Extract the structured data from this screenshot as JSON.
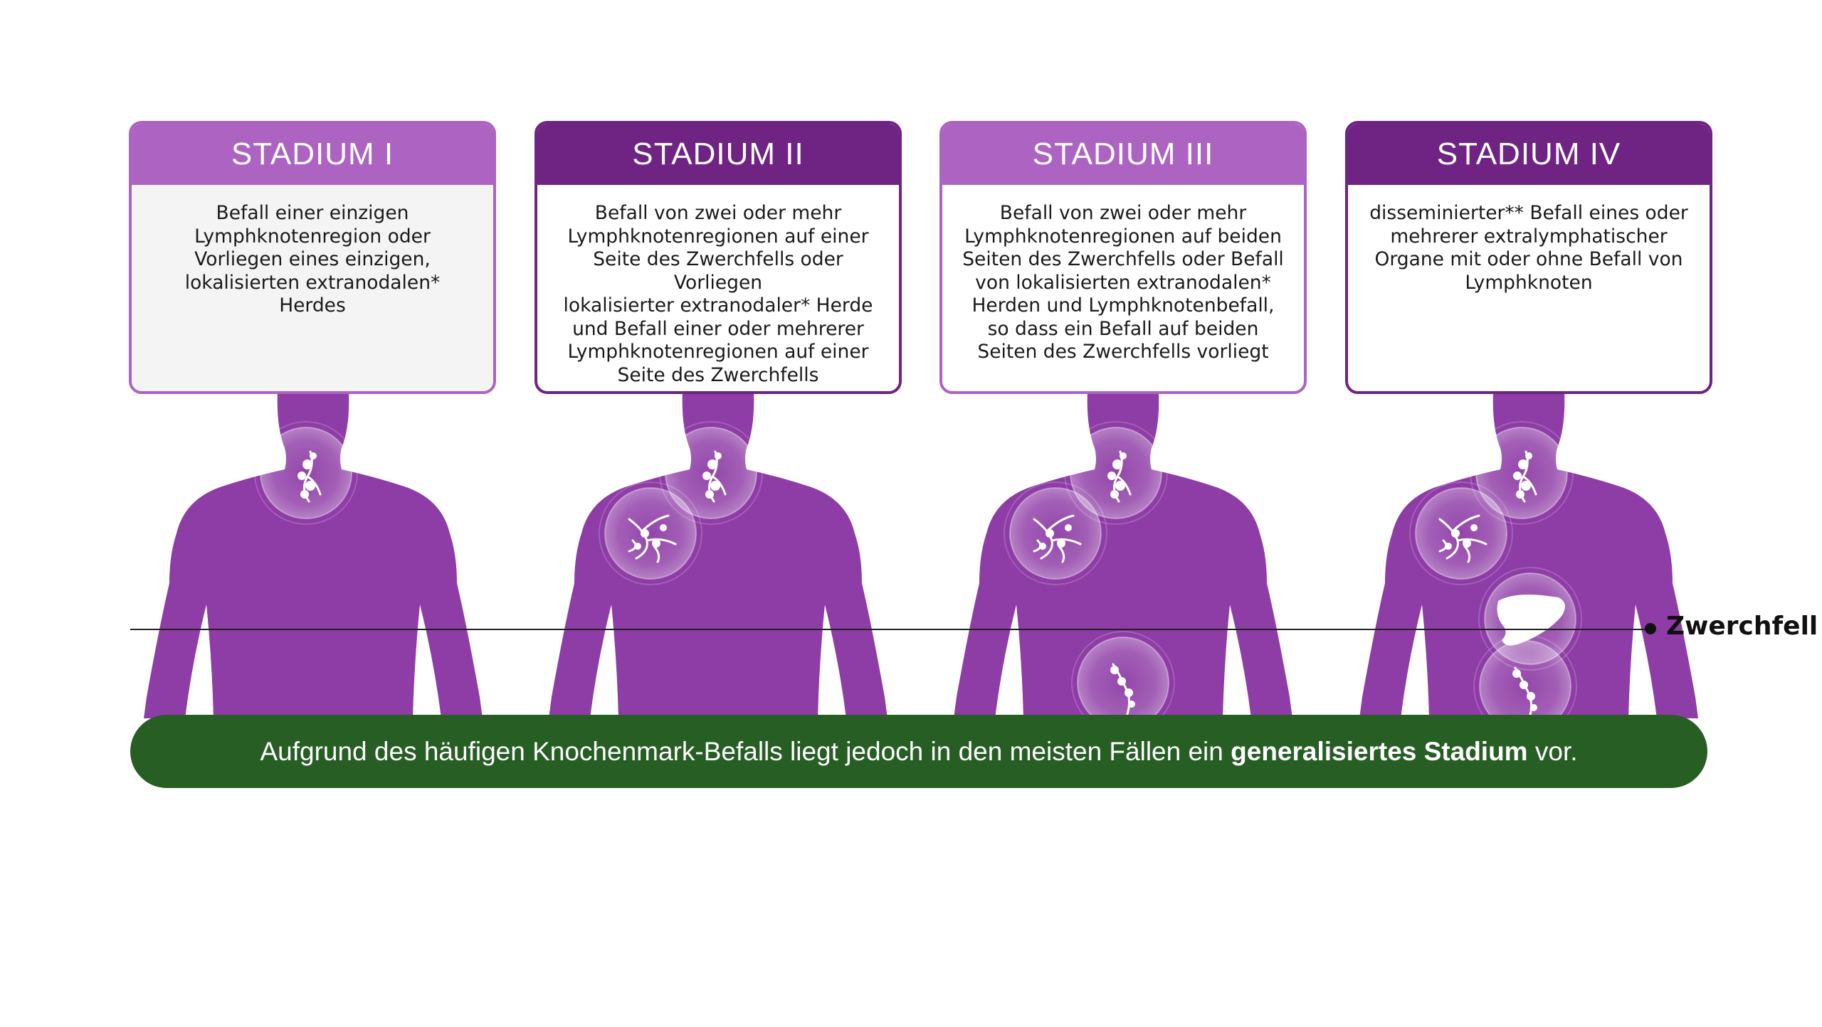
{
  "colors": {
    "light_purple": "#ac63c1",
    "dark_purple": "#6f2382",
    "silhouette": "#8e3ca6",
    "banner_green": "#275e24"
  },
  "stages": [
    {
      "title": "STADIUM I",
      "lines": [
        "Befall einer einzigen",
        "Lymphknotenregion oder",
        "Vorliegen eines einzigen,",
        "lokalisierten extranodalen*",
        "Herdes"
      ],
      "icons": [
        "neck-lymph-node-icon"
      ]
    },
    {
      "title": "STADIUM II",
      "lines": [
        "Befall von zwei oder mehr",
        "Lymphknotenregionen auf einer",
        "Seite des Zwerchfells oder Vorliegen",
        "lokalisierter extranodaler* Herde",
        "und Befall einer oder mehrerer",
        "Lymphknotenregionen auf einer",
        "Seite des Zwerchfells"
      ],
      "icons": [
        "neck-lymph-node-icon",
        "armpit-lymph-node-icon"
      ]
    },
    {
      "title": "STADIUM III",
      "lines": [
        "Befall von zwei oder mehr",
        "Lymphknotenregionen auf beiden",
        "Seiten des Zwerchfells oder Befall",
        "von lokalisierten extranodalen*",
        "Herden und Lymphknotenbefall,",
        "so dass ein Befall auf beiden",
        "Seiten des Zwerchfells vorliegt"
      ],
      "icons": [
        "neck-lymph-node-icon",
        "armpit-lymph-node-icon",
        "abdomen-lymph-node-icon"
      ]
    },
    {
      "title": "STADIUM IV",
      "lines": [
        "disseminierter** Befall eines oder",
        "mehrerer extralymphatischer",
        "Organe mit oder ohne Befall von",
        "Lymphknoten"
      ],
      "icons": [
        "neck-lymph-node-icon",
        "armpit-lymph-node-icon",
        "liver-icon",
        "abdomen-lymph-node-icon"
      ]
    }
  ],
  "diaphragm_label": "Zwerchfell",
  "banner": {
    "text_before": "Aufgrund des häufigen Knochenmark-Befalls liegt jedoch in den meisten Fällen ein",
    "text_bold": "generalisiertes Stadium",
    "text_after": "vor."
  }
}
